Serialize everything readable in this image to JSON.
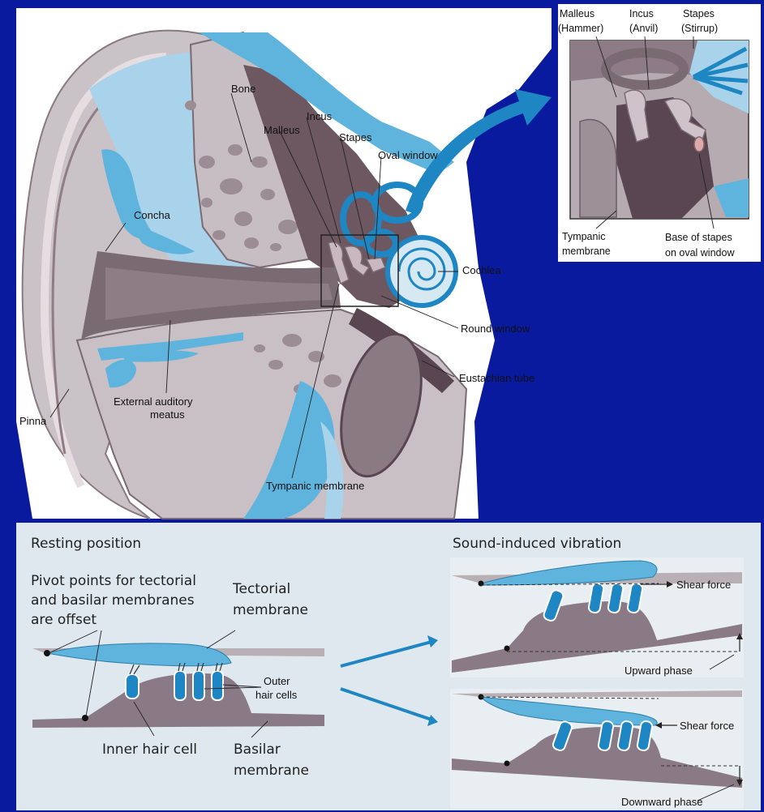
{
  "ear": {
    "bone": "Bone",
    "incus": "Incus",
    "malleus": "Malleus",
    "stapes": "Stapes",
    "oval_window": "Oval window",
    "concha": "Concha",
    "cochlea": "Cochlea",
    "round_window": "Round window",
    "eustachian_tube": "Eustachian tube",
    "pinna": "Pinna",
    "meatus_line1": "External auditory",
    "meatus_line2": "meatus",
    "tympanic_membrane": "Tympanic membrane"
  },
  "inset": {
    "malleus_line1": "Malleus",
    "malleus_line2": "(Hammer)",
    "incus_line1": "Incus",
    "incus_line2": "(Anvil)",
    "stapes_line1": "Stapes",
    "stapes_line2": "(Stirrup)",
    "tympanic_line1": "Tympanic",
    "tympanic_line2": "membrane",
    "base_line1": "Base of stapes",
    "base_line2": "on oval window"
  },
  "resting": {
    "title": "Resting position",
    "pivot_line1": "Pivot points for tectorial",
    "pivot_line2": "and basilar membranes",
    "pivot_line3": "are offset",
    "tectorial_line1": "Tectorial",
    "tectorial_line2": "membrane",
    "outer_line1": "Outer",
    "outer_line2": "hair cells",
    "inner_hair_cell": "Inner hair cell",
    "basilar_line1": "Basilar",
    "basilar_line2": "membrane"
  },
  "vibration": {
    "title": "Sound-induced vibration",
    "shear_force_up": "Shear force",
    "upward_phase": "Upward phase",
    "shear_force_down": "Shear force",
    "downward_phase": "Downward phase"
  },
  "colors": {
    "background": "#0a1a9e",
    "panel": "#dfe8ee",
    "membrane_blue": "#5fb4dd",
    "tissue": "#8a7a86",
    "dark_tissue": "#5a4650"
  }
}
